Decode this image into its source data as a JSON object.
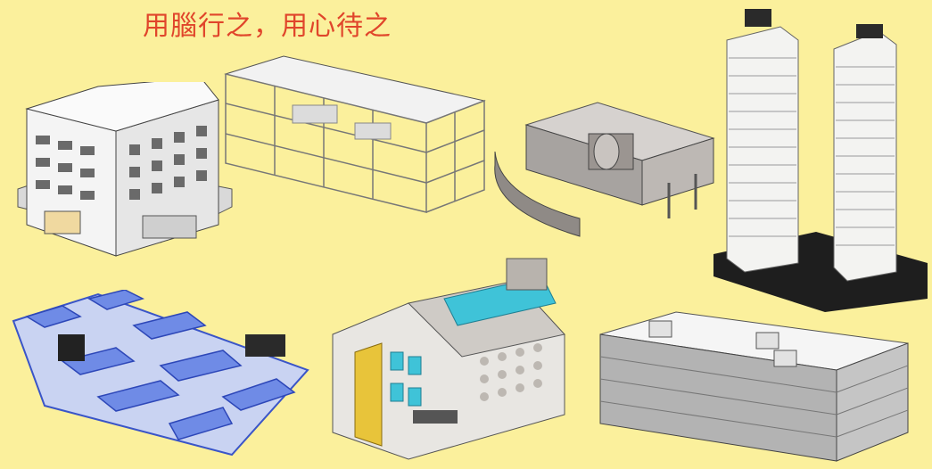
{
  "slogan": "用腦行之，用心待之",
  "models": [
    {
      "id": "white-mixed-use-building",
      "icon": "building-model-icon"
    },
    {
      "id": "frame-structure-building",
      "icon": "structural-frame-icon"
    },
    {
      "id": "gray-curved-building",
      "icon": "building-model-icon"
    },
    {
      "id": "twin-towers",
      "icon": "skyscraper-icon"
    },
    {
      "id": "blue-foundation-plan",
      "icon": "foundation-plan-icon"
    },
    {
      "id": "sectioned-school-building",
      "icon": "building-section-icon"
    },
    {
      "id": "gray-parking-building",
      "icon": "building-model-icon"
    }
  ],
  "colors": {
    "background": "#fbf09c",
    "slogan": "#e0452b",
    "foundation_blue": "#5b78e0",
    "accent_cyan": "#3fc3d8",
    "accent_yellow": "#e8c43a"
  }
}
